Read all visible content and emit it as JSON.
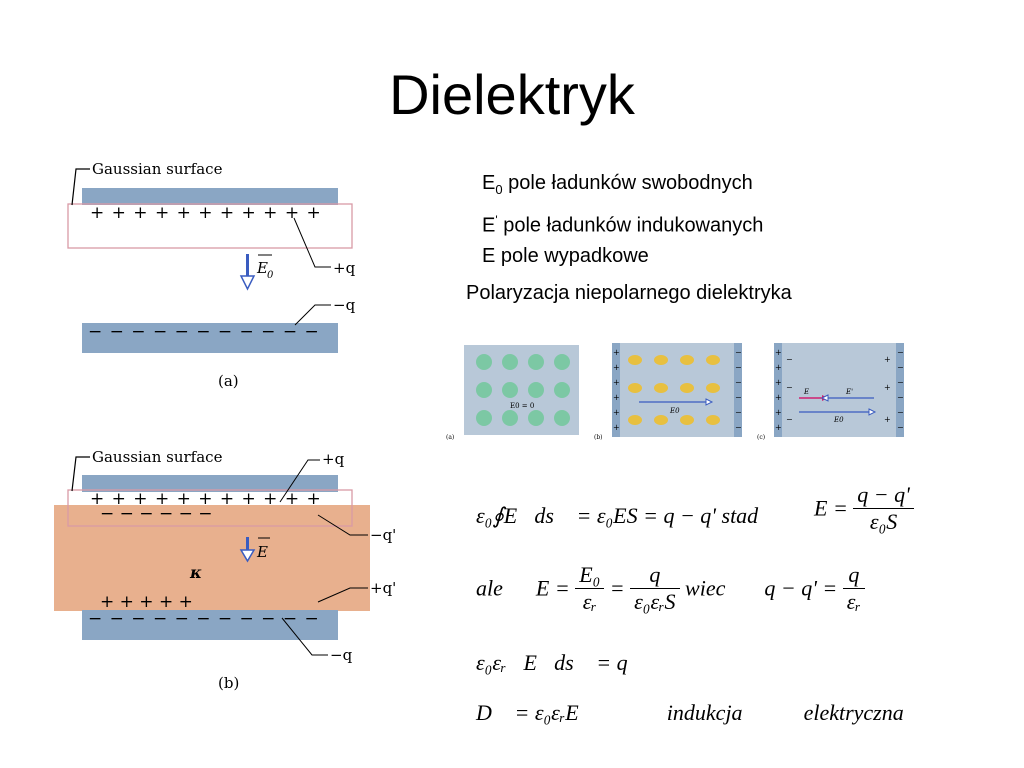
{
  "slide": {
    "title": "Dielektryk"
  },
  "legend": {
    "line1_sym": "E",
    "line1_sub": "0",
    "line1_text": " pole ładunków swobodnych",
    "line2_sym": "E",
    "line2_sup": "'",
    "line2_text": " pole ładunków indukowanych",
    "line3_text": "E pole wypadkowe"
  },
  "subtitle": "Polaryzacja niepolarnego dielektryka",
  "figure_a": {
    "gaussian_label": "Gaussian surface",
    "plus_row": "+ + + + + + + + + + +",
    "minus_row": "− − − − − − − − − − −",
    "field_label": "E",
    "field_sub": "0",
    "label_plus_q": "+q",
    "label_minus_q": "−q",
    "caption": "(a)"
  },
  "figure_b": {
    "gaussian_label": "Gaussian surface",
    "plus_row": "+ + + + + + + + + + +",
    "minus_row_top": "−  −  −  −  −  −",
    "plus_row_bottom": "+  +  +  +  +",
    "minus_row_bottom": "− − − − − − − − − − −",
    "field_label": "E",
    "kappa": "κ",
    "label_plus_q": "+q",
    "label_minus_q_prime": "−q'",
    "label_plus_q_prime": "+q'",
    "label_minus_q": "−q",
    "caption": "(b)"
  },
  "small_panels": {
    "a_label": "E0 = 0",
    "a_caption": "(a)",
    "b_field": "E0",
    "b_caption": "(b)",
    "c_field_e": "E",
    "c_field_e_prime": "E'",
    "c_field_e0": "E0",
    "c_caption": "(c)"
  },
  "equations": {
    "eq1_left": "ε₀∮E⃗ds⃗ = ε₀ES = q − q' stad",
    "eq1_right_lhs": "E =",
    "eq1_right_num": "q − q'",
    "eq1_right_den": "ε₀S",
    "eq2_ale": "ale",
    "eq2_lhs": "E =",
    "eq2_f1_num": "E₀",
    "eq2_f1_den": "εᵣ",
    "eq2_eq": "=",
    "eq2_f2_num": "q",
    "eq2_f2_den": "ε₀εᵣS",
    "eq2_wiec": "wiec",
    "eq2_rhs_lhs": "q − q' =",
    "eq2_rhs_num": "q",
    "eq2_rhs_den": "εᵣ",
    "eq3": "ε₀εᵣ∮E⃗ds⃗ = q",
    "eq4_lhs": "D⃗ = ε₀εᵣE⃗",
    "eq4_word1": "indukcja",
    "eq4_word2": "elektryczna"
  },
  "colors": {
    "plate": "#8aa6c4",
    "dielectric": "#e8b08e",
    "gaussian": "#d99aa6",
    "arrow": "#3a5cc0",
    "panel_bg": "#b8c8d8",
    "atom": "#7cc8a4",
    "dipole": "#e8c040"
  }
}
